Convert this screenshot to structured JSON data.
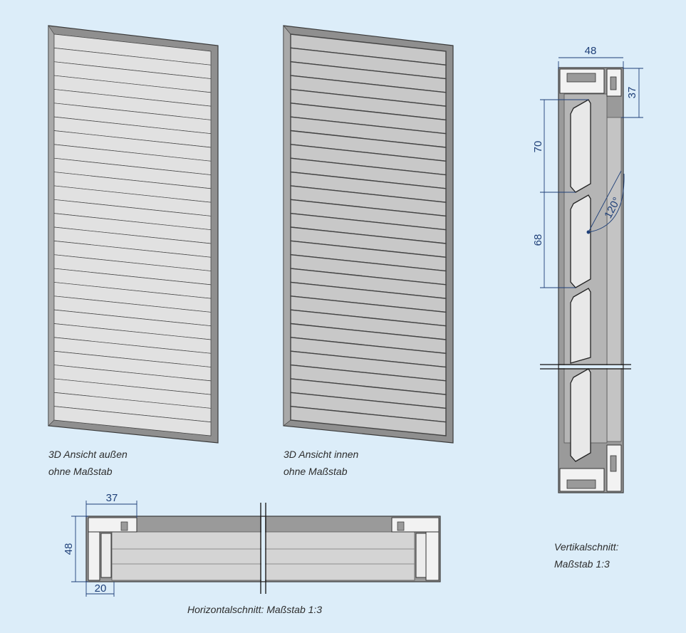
{
  "captions": {
    "outside_line1": "3D Ansicht außen",
    "outside_line2": "ohne Maßstab",
    "inside_line1": "3D Ansicht innen",
    "inside_line2": "ohne Maßstab",
    "vertical_line1": "Vertikalschnitt:",
    "vertical_line2": "Maßstab 1:3",
    "horizontal": "Horizontalschnitt: Maßstab 1:3"
  },
  "dimensions": {
    "vertical_width": "48",
    "vertical_frame_depth": "37",
    "vertical_slat_pitch_1": "70",
    "vertical_slat_pitch_2": "68",
    "vertical_angle": "120°",
    "horizontal_frame_depth": "37",
    "horizontal_height": "48",
    "horizontal_frame_width": "20"
  },
  "colors": {
    "background": "#dcedf9",
    "frame": "#8f8f8f",
    "slat": "#d9d9d9",
    "dimension_line": "#1e3f78"
  }
}
